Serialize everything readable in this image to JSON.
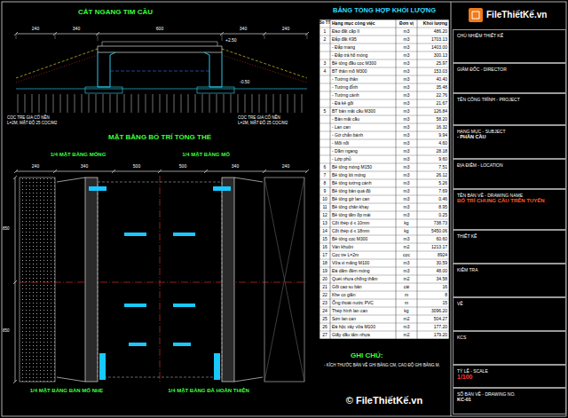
{
  "diagram": {
    "nodes": [
      {
        "text": [
          "CHỦ NHIỆM THIẾT KẾ"
        ]
      },
      {
        "text": [
          "GIÁM ĐỐC - DIRECTOR"
        ]
      },
      {
        "text": [
          "TÊN CÔNG TRÌNH - PROJECT"
        ]
      },
      {
        "text": [
          "HẠNG MỤC - SUBJECT",
          "- PHẦN CẦU"
        ]
      },
      {
        "text": [
          "ĐỊA ĐIỂM - LOCATION"
        ]
      },
      {
        "text": [
          "TÊN BẢN VẼ - DRAWING NAME",
          "BỐ TRÍ CHUNG CẦU TRÊN TUYẾN"
        ]
      },
      {
        "text": [
          "THIẾT KẾ"
        ]
      },
      {
        "text": [
          "KIỂM TRA"
        ]
      },
      {
        "text": [
          "VẼ"
        ]
      },
      {
        "text": [
          "KCS"
        ]
      },
      {
        "text": [
          "TỶ LỆ - SCALE",
          "1/100"
        ]
      },
      {
        "text": [
          "SỐ BẢN VẼ - DRAWING NO.",
          "KC-01"
        ]
      }
    ],
    "labels": [
      "CẮT NGANG TIM CẦU",
      "MẶT BẰNG BỐ TRÍ TỔNG THỂ",
      "1/4 MẶT BẰNG MÓNG",
      "1/4 MẶT BẰNG MỐ",
      "1/4 MẶT BẰNG BẢN MỐ NHẸ",
      "1/4 MẶT BẰNG ĐÃ HOÀN THIỆN",
      "CỌC TRE GIA CỐ NỀN",
      "L=2M, MẬT ĐỘ 25 CỌC/M2",
      "CỌC TRE GIA CỐ NỀN",
      "L=2M, MẬT ĐỘ 25 CỌC/M2",
      "240",
      "340",
      "600",
      "340",
      "240",
      "240",
      "340",
      "500",
      "500",
      "340",
      "240",
      "850",
      "850",
      "+2.50",
      "-0.50",
      "BẢNG TỔNG HỢP KHỐI LƯỢNG",
      "GHI CHÚ:",
      "- KÍCH THƯỚC BẢN VẼ GHI BẰNG CM, CAO ĐỘ GHI BẰNG M.",
      "FileThiếtKế.vn",
      "© FileThiếtKế.vn",
      "Số TT",
      "Hạng mục công việc",
      "Đơn vị",
      "Khối lượng",
      "1",
      "Đào đất cấp II",
      "m3",
      "486.20",
      "2",
      "Đắp đất K95",
      "m3",
      "1703.13",
      "- Đắp mang",
      "m3",
      "1403.00",
      "- Đắp trả hố móng",
      "m3",
      "300.13",
      "3",
      "Bê tông đầu cọc M300",
      "m3",
      "25.97",
      "4",
      "BT thân mố M300",
      "m3",
      "153.03",
      "- Tường thân",
      "m3",
      "40.40",
      "- Tường đỉnh",
      "m3",
      "35.48",
      "- Tường cánh",
      "m3",
      "22.76",
      "- Đá kê gối",
      "m3",
      "21.67",
      "5",
      "BT bản mặt cầu M300",
      "m3",
      "126.84",
      "- Bản mặt cầu",
      "m3",
      "58.20",
      "- Lan can",
      "m3",
      "16.32",
      "- Gờ chắn bánh",
      "m3",
      "9.94",
      "- Mối nối",
      "m3",
      "4.60",
      "- Dầm ngang",
      "m3",
      "28.18",
      "- Lớp phủ",
      "m3",
      "9.60",
      "6",
      "Bê tông móng M150",
      "m3",
      "7.51",
      "7",
      "Bê tông lót móng",
      "m3",
      "26.12",
      "8",
      "Bê tông tường cánh",
      "m3",
      "5.26",
      "9",
      "Bê tông bản quá độ",
      "m3",
      "7.69",
      "10",
      "Bê tông gờ lan can",
      "m3",
      "0.46",
      "11",
      "Bê tông chân khay",
      "m3",
      "8.95",
      "12",
      "Bê tông tấm ốp mái",
      "m3",
      "0.25",
      "13",
      "Cốt thép d ≤ 10mm",
      "kg",
      "738.73",
      "14",
      "Cốt thép d ≤ 18mm",
      "kg",
      "5450.06",
      "15",
      "Bê tông cọc M300",
      "m3",
      "60.60",
      "16",
      "Ván khuôn",
      "m2",
      "1213.17",
      "17",
      "Cọc tre L=2m",
      "cọc",
      "8924",
      "18",
      "Vữa xi măng M100",
      "m3",
      "30.59",
      "19",
      "Đá dăm đệm móng",
      "m3",
      "48.00",
      "20",
      "Quét nhựa chống thấm",
      "m2",
      "34.58",
      "21",
      "Gối cao su bản",
      "cái",
      "16",
      "22",
      "Khe co giãn",
      "m",
      "8",
      "23",
      "Ống thoát nước PVC",
      "m",
      "15",
      "24",
      "Thép hình lan can",
      "kg",
      "3096.20",
      "25",
      "Sơn lan can",
      "m2",
      "504.27",
      "26",
      "Đá hộc xây vữa M100",
      "m3",
      "177.20",
      "27",
      "Giấy dầu tẩm nhựa",
      "m2",
      "179.20"
    ]
  }
}
